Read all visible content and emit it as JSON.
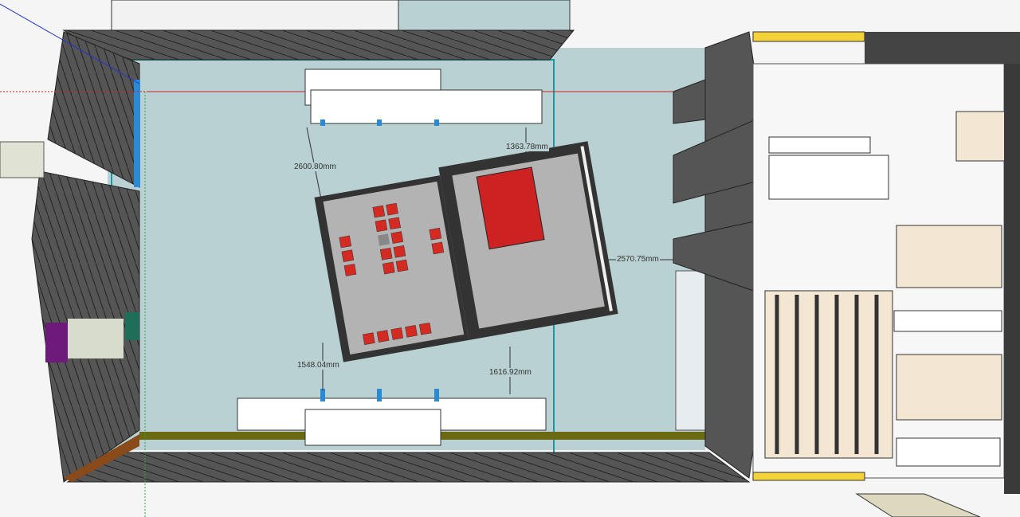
{
  "dimensions": [
    {
      "id": "top-gap",
      "label": "1363.78mm"
    },
    {
      "id": "left-gap",
      "label": "2600.80mm"
    },
    {
      "id": "right-gap",
      "label": "2570.75mm"
    },
    {
      "id": "bottom-left-gap",
      "label": "1548.04mm"
    },
    {
      "id": "bottom-gap",
      "label": "1616.92mm"
    }
  ],
  "colors": {
    "floor": "#b9d1d2",
    "walls": "#4a4a4a",
    "room_floor": "#b3b3b3",
    "seats": "#d42a22",
    "stage": "#cc2222",
    "axis_red": "#cc2222",
    "axis_blue": "#2233cc",
    "axis_green": "#22aa44"
  }
}
